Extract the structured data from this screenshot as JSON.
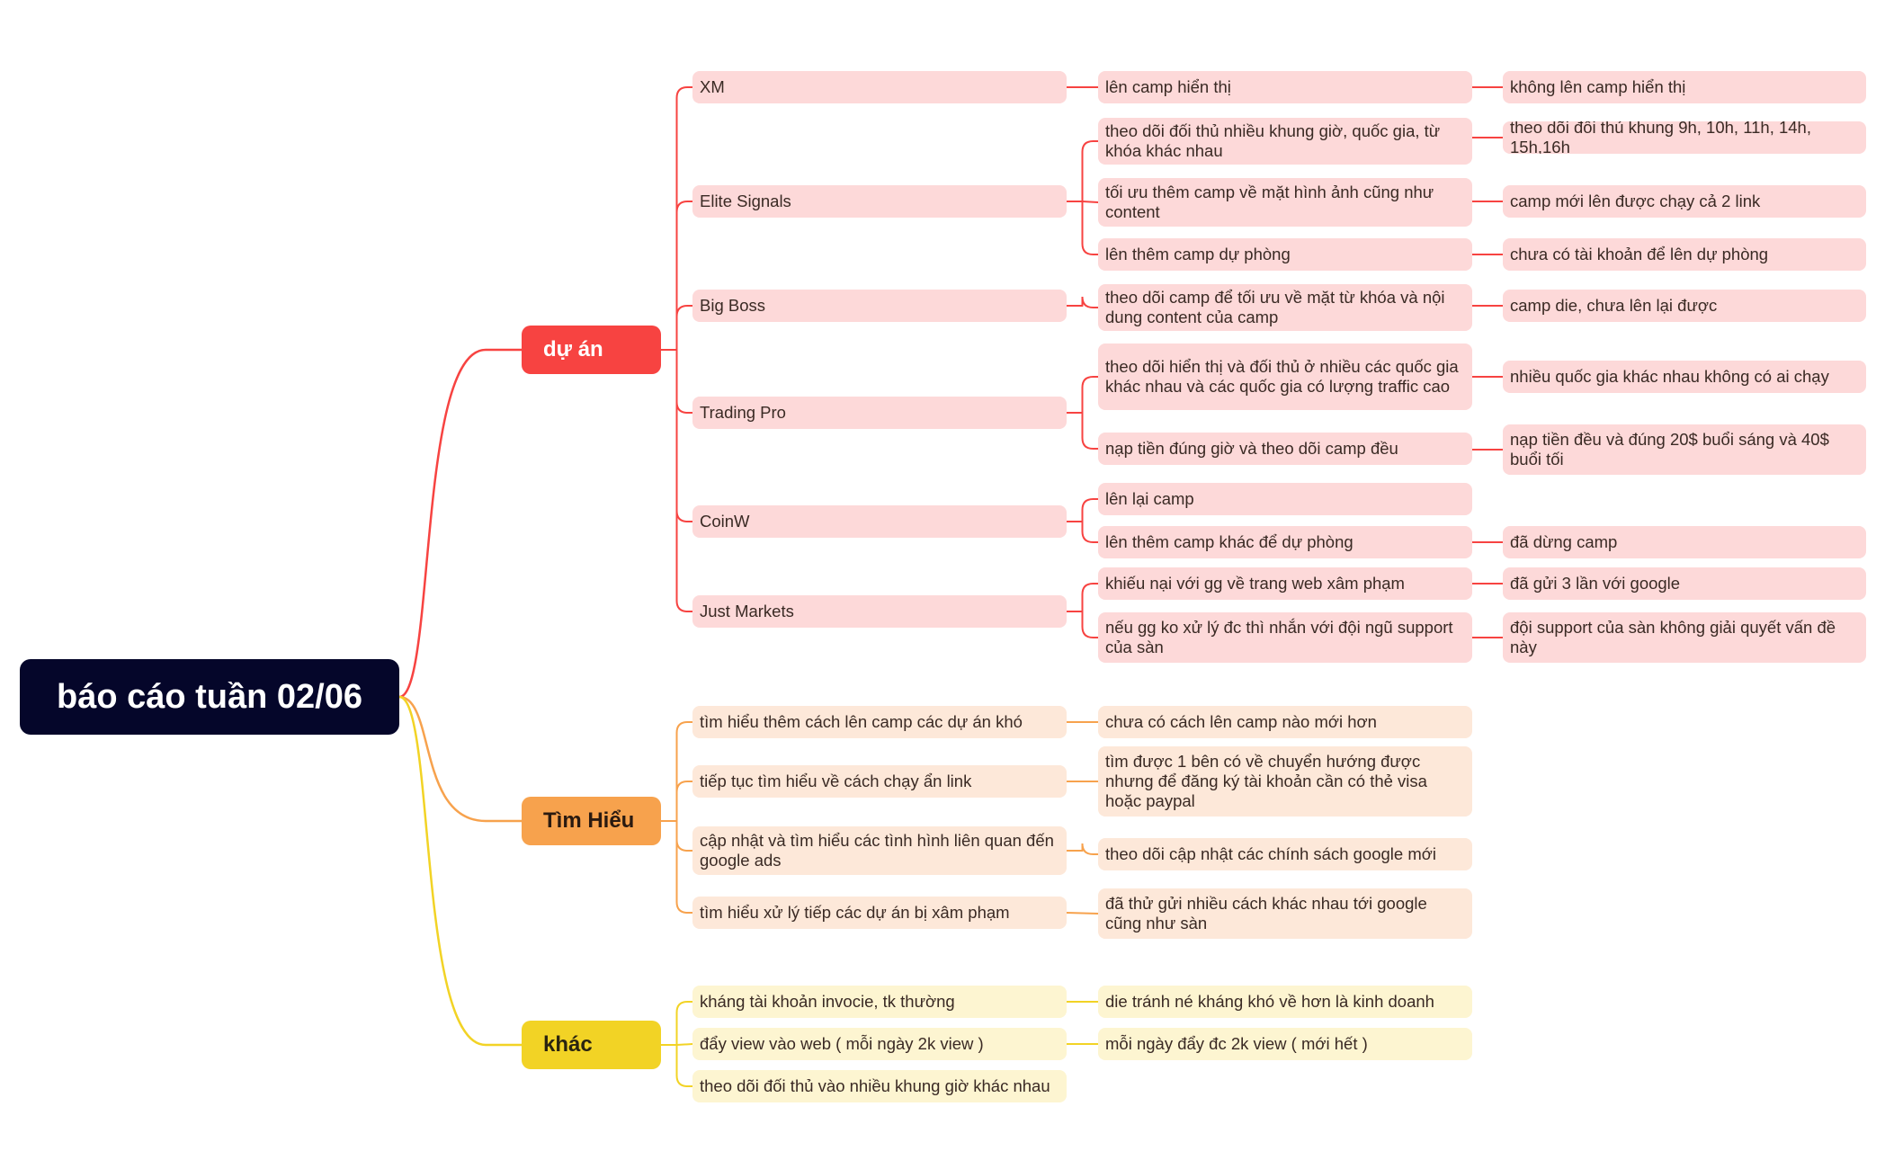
{
  "root": {
    "label": "báo cáo tuần 02/06"
  },
  "branches": {
    "du_an": {
      "label": "dự án",
      "color": "#f74341",
      "items": [
        {
          "label": "XM"
        },
        {
          "label": "Elite Signals"
        },
        {
          "label": "Big Boss"
        },
        {
          "label": "Trading Pro"
        },
        {
          "label": "CoinW"
        },
        {
          "label": "Just Markets"
        }
      ]
    },
    "tim_hieu": {
      "label": "Tìm Hiểu",
      "color": "#f7a24d",
      "items": [
        {
          "label": "tìm hiểu thêm cách lên camp các dự án khó"
        },
        {
          "label": "tiếp tục tìm hiểu về cách chạy ẩn link"
        },
        {
          "label": "cập nhật và tìm hiểu các tình hình liên quan đến google ads"
        },
        {
          "label": "tìm hiểu xử lý tiếp các dự án bị xâm phạm"
        }
      ]
    },
    "khac": {
      "label": "khác",
      "color": "#f2d325",
      "items": [
        {
          "label": "kháng tài khoản invocie, tk thường"
        },
        {
          "label": "đẩy view vào web ( mỗi ngày 2k view )"
        },
        {
          "label": "theo dõi đối thủ vào nhiều khung giờ khác nhau"
        }
      ]
    }
  },
  "level3": {
    "xm": [
      {
        "label": "lên camp hiển thị"
      }
    ],
    "elite": [
      {
        "label": "theo dõi đối thủ nhiều khung giờ, quốc gia, từ khóa khác nhau"
      },
      {
        "label": "tối ưu thêm camp về mặt hình ảnh cũng như content"
      },
      {
        "label": "lên thêm camp dự phòng"
      }
    ],
    "bigboss": [
      {
        "label": "theo dõi camp để tối ưu về mặt từ khóa và nội dung content của camp"
      }
    ],
    "tradingpro": [
      {
        "label": "theo dõi hiển thị và đối thủ ở  nhiều các quốc gia khác nhau và các quốc gia có lượng traffic cao"
      },
      {
        "label": "nạp tiền đúng giờ và theo dõi camp đều"
      }
    ],
    "coinw": [
      {
        "label": "lên lại camp"
      },
      {
        "label": "lên thêm camp khác để dự phòng"
      }
    ],
    "justmarkets": [
      {
        "label": "khiếu nại với gg về trang web xâm phạm"
      },
      {
        "label": "nếu gg ko xử lý đc thì nhắn với đội ngũ support của sàn"
      }
    ],
    "timhieu": [
      {
        "label": "chưa có cách lên camp nào mới hơn"
      },
      {
        "label": "tìm được 1 bên có về chuyển hướng được nhưng để đăng ký tài khoản cần có thẻ visa hoặc paypal"
      },
      {
        "label": "theo dõi cập nhật các chính sách google mới"
      },
      {
        "label": "đã thử gửi nhiều cách khác nhau tới google cũng như sàn"
      }
    ],
    "khac": [
      {
        "label": "die tránh né kháng khó về hơn là kinh doanh"
      },
      {
        "label": "mỗi ngày đẩy đc 2k view ( mới hết )"
      }
    ]
  },
  "level4": {
    "xm": [
      {
        "label": "không lên camp hiển thị"
      }
    ],
    "elite": [
      {
        "label": "theo dõi đối thủ khung 9h, 10h, 11h, 14h, 15h,16h"
      },
      {
        "label": "camp mới lên được chạy cả 2 link"
      },
      {
        "label": "chưa có tài khoản để lên dự phòng"
      }
    ],
    "bigboss": [
      {
        "label": "camp die, chưa lên lại được"
      }
    ],
    "tradingpro": [
      {
        "label": "nhiều quốc gia khác nhau không có ai chạy"
      },
      {
        "label": "nạp tiền đều và đúng 20$ buổi sáng và 40$ buổi tối"
      }
    ],
    "coinw": [
      {
        "label": "đã dừng camp"
      }
    ],
    "justmarkets": [
      {
        "label": "đã gửi 3 lần với google"
      },
      {
        "label": "đội support của sàn không giải quyết vấn đề này"
      }
    ]
  }
}
